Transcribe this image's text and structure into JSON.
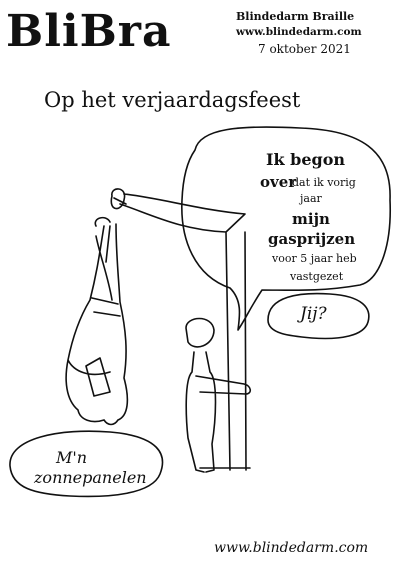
{
  "header": {
    "logo": "BliBra",
    "publication": "Blindedarm Braille",
    "website": "www.blindedarm.com",
    "date": "7 oktober 2021"
  },
  "cartoon": {
    "title": "Op het verjaardagsfeest",
    "speech_bubble": {
      "line1": "Ik begon",
      "line2_big": "over",
      "line2_small": "dat ik vorig",
      "line3": "jaar",
      "line4": "mijn",
      "line5": "gasprijzen",
      "line6": "voor 5 jaar heb",
      "line7": "vastgezet"
    },
    "reply_bubble": "Jij?",
    "caption_bubble": {
      "line1": "M'n",
      "line2": "zonnepanelen"
    }
  },
  "footer": {
    "url": "www.blindedarm.com"
  }
}
